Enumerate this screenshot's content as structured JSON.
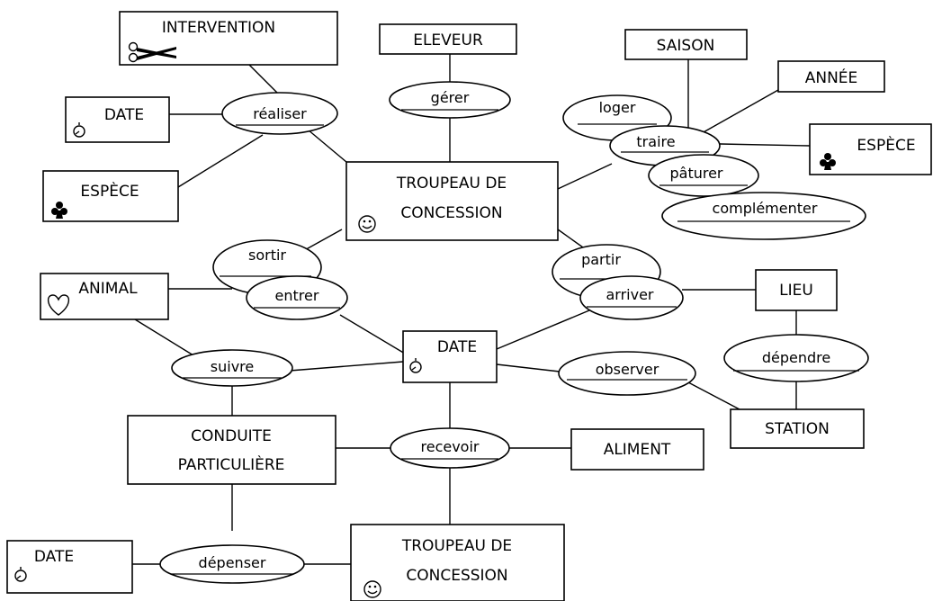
{
  "entities": {
    "intervention": "INTERVENTION",
    "eleveur": "ELEVEUR",
    "saison": "SAISON",
    "annee": "ANNÉE",
    "date_top": "DATE",
    "espece_left": "ESPÈCE",
    "espece_right": "ESPÈCE",
    "troupeau_top_line1": "TROUPEAU DE",
    "troupeau_top_line2": "CONCESSION",
    "animal": "ANIMAL",
    "date_center": "DATE",
    "lieu": "LIEU",
    "station": "STATION",
    "conduite_line1": "CONDUITE",
    "conduite_line2": "PARTICULIÈRE",
    "aliment": "ALIMENT",
    "date_bottom": "DATE",
    "troupeau_bottom_line1": "TROUPEAU DE",
    "troupeau_bottom_line2": "CONCESSION"
  },
  "relations": {
    "realiser": "réaliser",
    "gerer": "gérer",
    "loger": "loger",
    "traire": "traire",
    "paturer": "pâturer",
    "complementer": "complémenter",
    "sortir": "sortir",
    "entrer": "entrer",
    "partir": "partir",
    "arriver": "arriver",
    "dependre": "dépendre",
    "suivre": "suivre",
    "observer": "observer",
    "recevoir": "recevoir",
    "depenser": "dépenser"
  },
  "icons": {
    "intervention": "scissors-icon",
    "date": "stopwatch-icon",
    "espece": "club-icon",
    "troupeau": "smiley-icon",
    "animal": "heart-outline-icon"
  }
}
